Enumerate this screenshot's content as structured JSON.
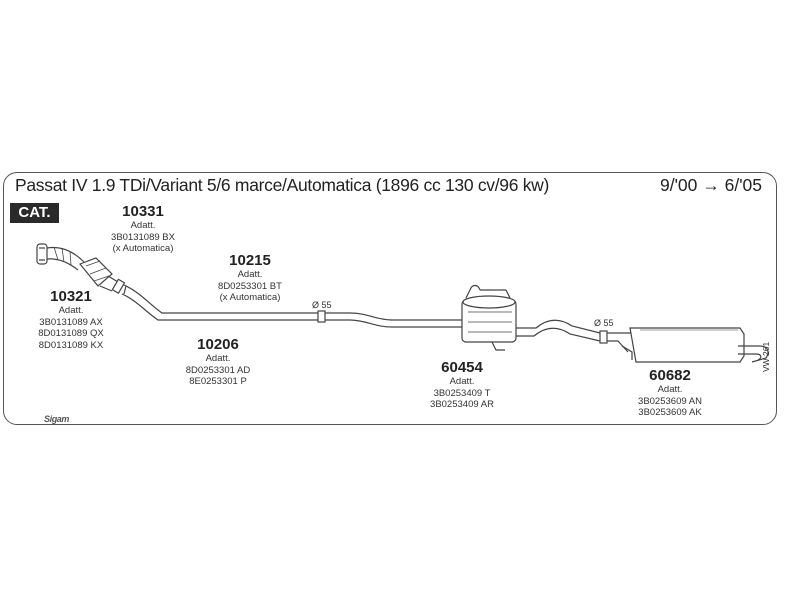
{
  "diagram": {
    "title": "Passat IV 1.9 TDi/Variant 5/6 marce/Automatica (1896 cc 130 cv/96 kw)",
    "dates": "9/'00 → 6/'05",
    "badge": "CAT.",
    "code_label": "VW 261",
    "brand": "Sigam",
    "diameters": [
      "Ø 55",
      "Ø 55"
    ],
    "parts": [
      {
        "code": "10331",
        "lines": [
          "Adatt.",
          "3B0131089 BX",
          "(x Automatica)"
        ]
      },
      {
        "code": "10321",
        "lines": [
          "Adatt.",
          "3B0131089 AX",
          "8D0131089 QX",
          "8D0131089 KX"
        ]
      },
      {
        "code": "10215",
        "lines": [
          "Adatt.",
          "8D0253301 BT",
          "(x Automatica)"
        ]
      },
      {
        "code": "10206",
        "lines": [
          "Adatt.",
          "8D0253301 AD",
          "8E0253301 P"
        ]
      },
      {
        "code": "60454",
        "lines": [
          "Adatt.",
          "3B0253409 T",
          "3B0253409 AR"
        ]
      },
      {
        "code": "60682",
        "lines": [
          "Adatt.",
          "3B0253609 AN",
          "3B0253609 AK"
        ]
      }
    ]
  }
}
